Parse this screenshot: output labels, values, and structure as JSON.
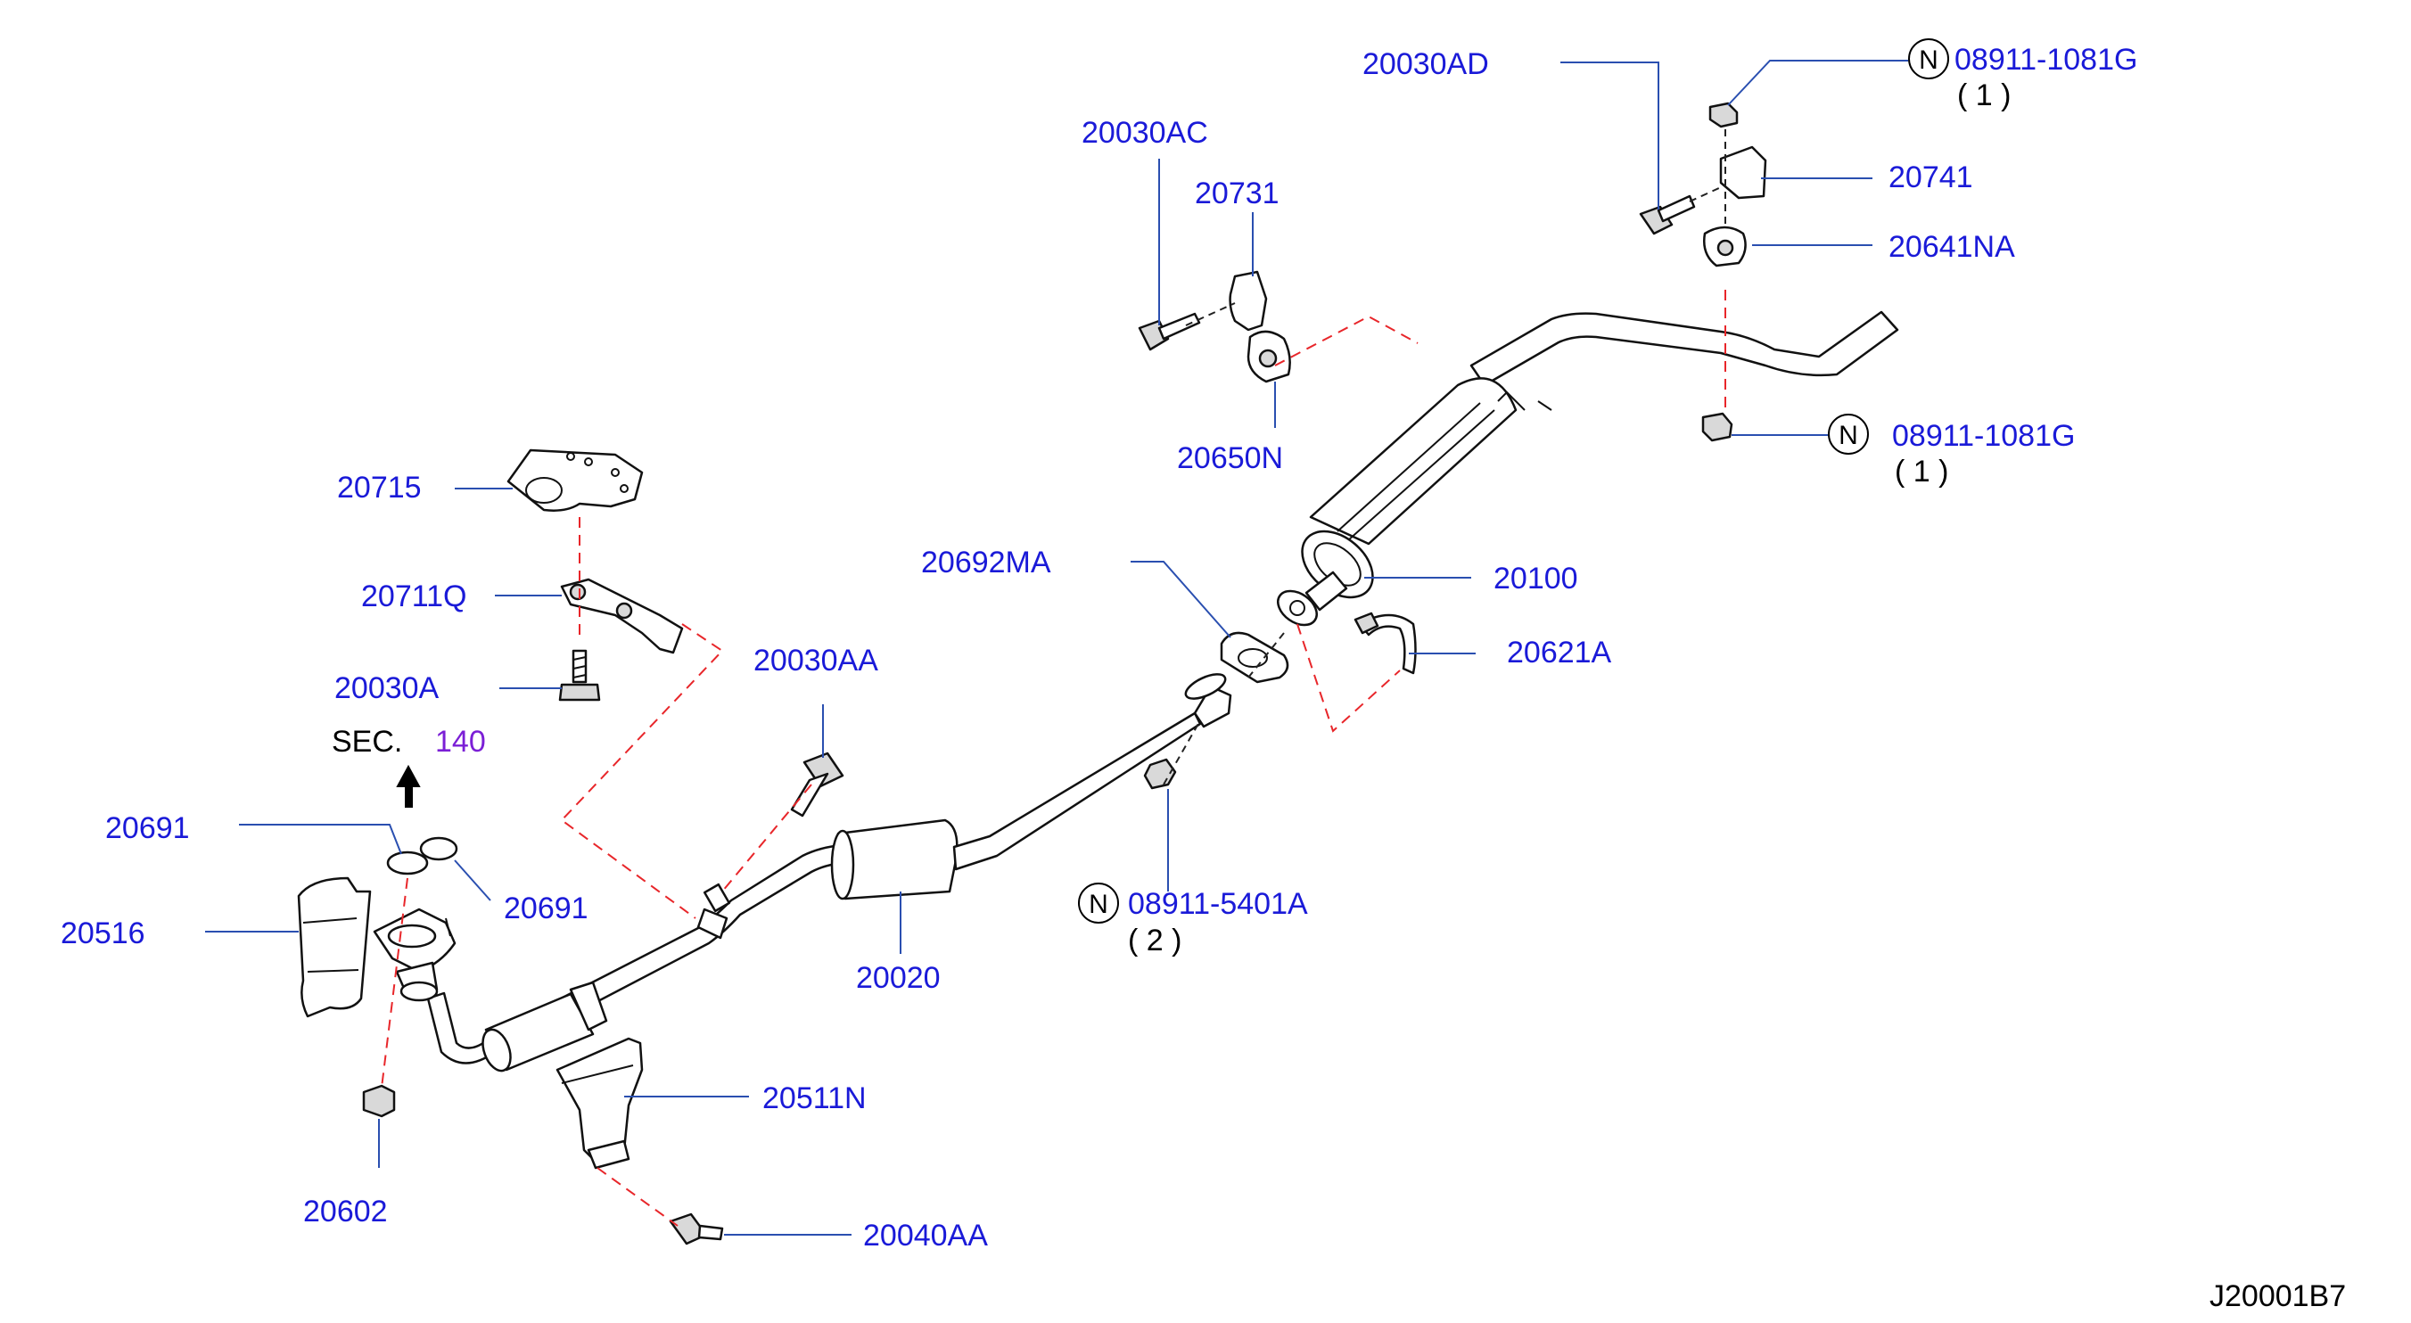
{
  "labels": {
    "p20030AD": "20030AD",
    "p08911_1081G_top": "08911-1081G",
    "q1_top": "( 1 )",
    "p20030AC": "20030AC",
    "p20741": "20741",
    "p20731": "20731",
    "p20641NA": "20641NA",
    "p08911_1081G_mid": "08911-1081G",
    "q1_mid": "( 1 )",
    "p20650N": "20650N",
    "p20715": "20715",
    "p20692MA": "20692MA",
    "p20100": "20100",
    "p20711Q": "20711Q",
    "p20621A": "20621A",
    "p20030AA": "20030AA",
    "p20030A": "20030A",
    "sec_text": "SEC.",
    "sec_num": "140",
    "p20691_left": "20691",
    "p20691_right": "20691",
    "p08911_5401A": "08911-5401A",
    "q2": "( 2 )",
    "p20516": "20516",
    "p20020": "20020",
    "p20511N": "20511N",
    "p20602": "20602",
    "p20040AA": "20040AA",
    "n_symbol": "N",
    "diagram_code": "J20001B7"
  },
  "colors": {
    "label_blue": "#1a1ad8",
    "section_purple": "#7b1fd6",
    "leader_blue": "#2a4fb0",
    "dash_red": "#e8262a"
  }
}
